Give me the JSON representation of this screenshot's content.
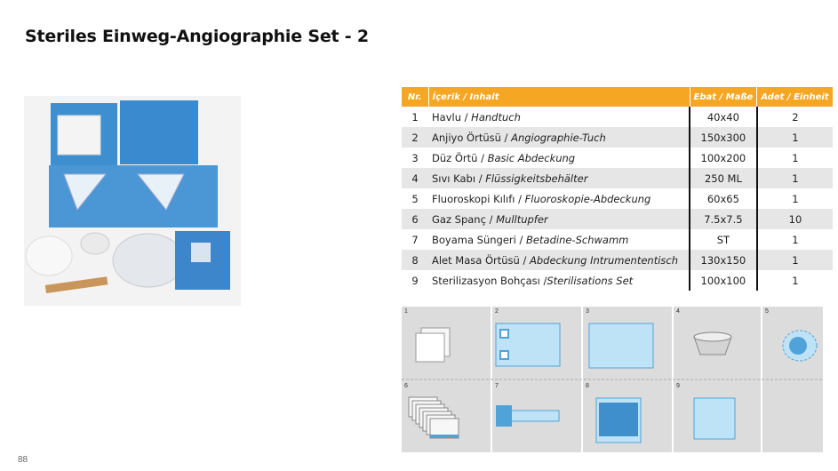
{
  "page": {
    "title": "Steriles Einweg-Angiographie Set - 2",
    "page_number": "88"
  },
  "table": {
    "headers": {
      "nr": "Nr.",
      "content": "İçerik / Inhalt",
      "size": "Ebat / Maße",
      "qty": "Adet / Einheit"
    },
    "rows": [
      {
        "nr": "1",
        "tr": "Havlu / ",
        "de": "Handtuch",
        "size": "40x40",
        "qty": "2"
      },
      {
        "nr": "2",
        "tr": "Anjiyo Örtüsü / ",
        "de": "Angiographie-Tuch",
        "size": "150x300",
        "qty": "1"
      },
      {
        "nr": "3",
        "tr": "Düz Örtü / ",
        "de": "Basic Abdeckung",
        "size": "100x200",
        "qty": "1"
      },
      {
        "nr": "4",
        "tr": "Sıvı Kabı / ",
        "de": "Flüssigkeitsbehälter",
        "size": "250 ML",
        "qty": "1"
      },
      {
        "nr": "5",
        "tr": "Fluoroskopi Kılıfı / ",
        "de": "Fluoroskopie-Abdeckung",
        "size": "60x65",
        "qty": "1"
      },
      {
        "nr": "6",
        "tr": "Gaz Spanç / ",
        "de": "Mulltupfer",
        "size": "7.5x7.5",
        "qty": "10"
      },
      {
        "nr": "7",
        "tr": "Boyama Süngeri / ",
        "de": "Betadine-Schwamm",
        "size": "ST",
        "qty": "1"
      },
      {
        "nr": "8",
        "tr": "Alet Masa Örtüsü / ",
        "de": "Abdeckung Intrumententisch",
        "size": "130x150",
        "qty": "1"
      },
      {
        "nr": "9",
        "tr": "Sterilizasyon Bohçası /",
        "de": "Sterilisations Set",
        "size": "100x100",
        "qty": "1"
      }
    ]
  },
  "diagrams": [
    "1",
    "2",
    "3",
    "4",
    "5",
    "6",
    "7",
    "8",
    "9"
  ],
  "colors": {
    "header_orange": "#f5a623",
    "drape_blue": "#4fa3d9",
    "drape_light": "#bfe3f6",
    "row_alt": "#e6e6e6"
  }
}
